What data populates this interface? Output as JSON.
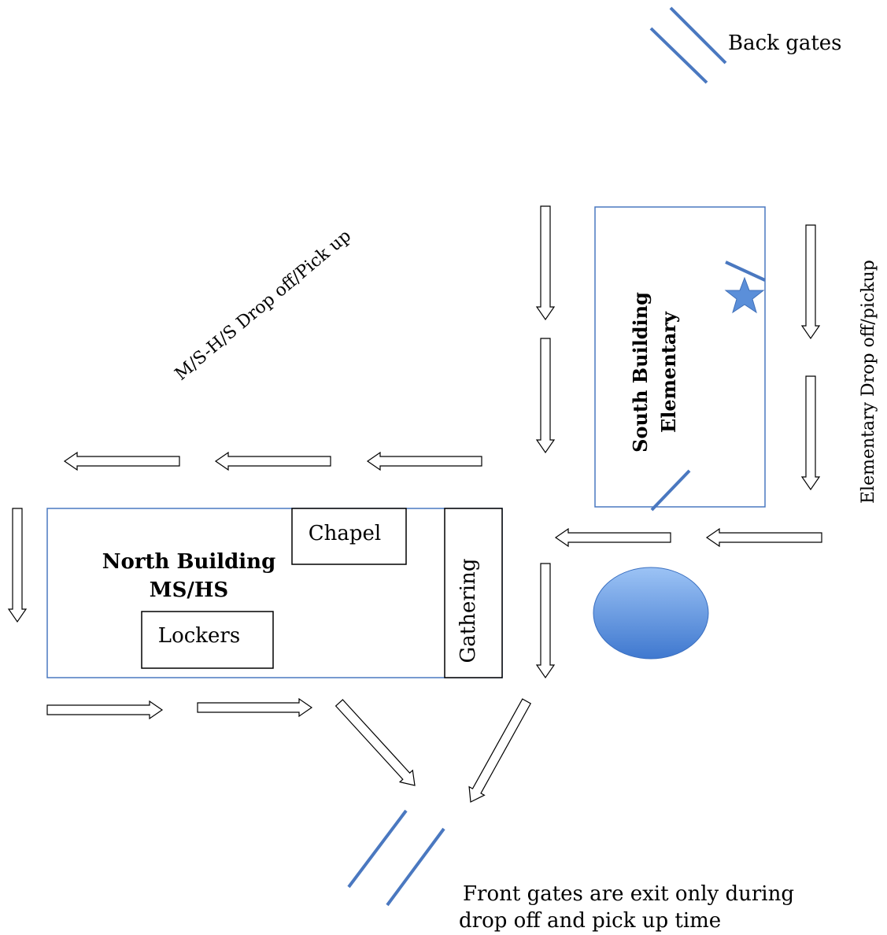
{
  "labels": {
    "back_gates": "Back gates",
    "ms_hs_route": "M/S-H/S Drop off/Pick up",
    "elementary_route": "Elementary Drop off/pickup",
    "south_building_line1": "South Building",
    "south_building_line2": "Elementary",
    "north_building_line1": "North Building",
    "north_building_line2": "MS/HS",
    "chapel": "Chapel",
    "lockers": "Lockers",
    "gathering": "Gathering",
    "front_gates_line1": "Front gates are exit only during",
    "front_gates_line2": "drop off and pick up time"
  },
  "colors": {
    "building_outline": "#4a78c0",
    "gate_line": "#4a78c0",
    "star": "#5b8fd9",
    "pond_top": "#9cc3f5",
    "pond_bottom": "#3f78cf"
  },
  "icons": {
    "star": "star-icon",
    "pond": "ellipse"
  }
}
